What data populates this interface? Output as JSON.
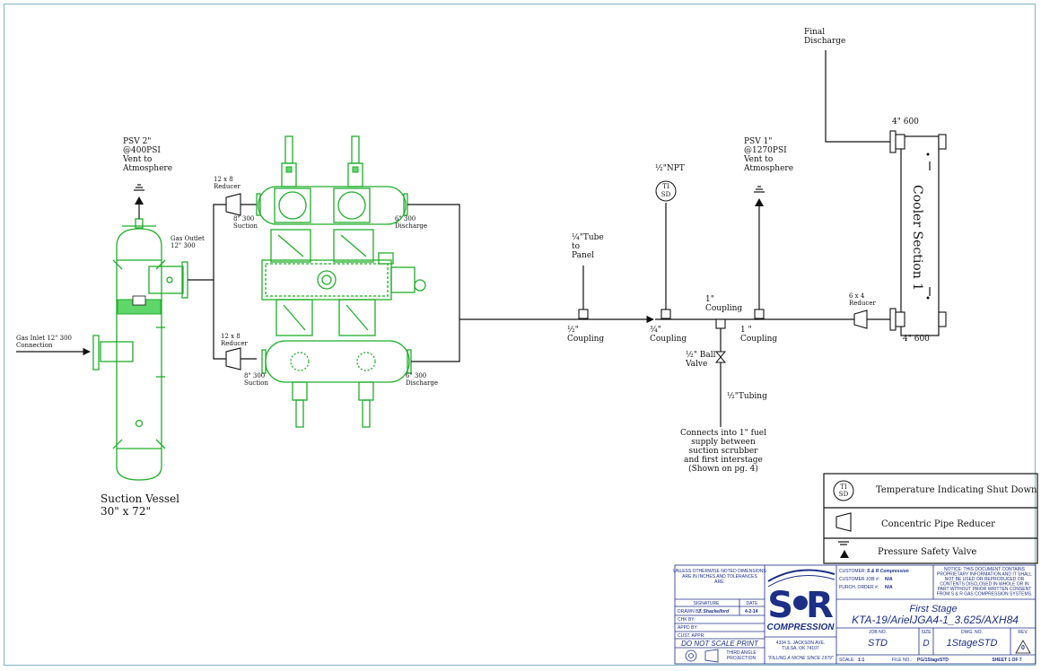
{
  "labels": {
    "final_discharge": "Final\nDischarge",
    "four_600_top": "4\" 600",
    "four_600_bottom": "4\" 600",
    "cooler": "Cooler Section 1",
    "psv_2": "PSV 2\"\n@400PSI\nVent to\nAtmosphere",
    "psv_1": "PSV 1\"\n@1270PSI\nVent to\nAtmosphere",
    "half_npt": "½\"NPT",
    "ti": "TI",
    "sd": "SD",
    "quarter_tube": "¼\"Tube\nto\nPanel",
    "half_coupling": "½\"\nCoupling",
    "three_quarter_coupling": "¾\"\nCoupling",
    "one_coupling_top": "1\"\nCoupling",
    "one_coupling": "1 \"\nCoupling",
    "six_x_four": "6 x 4\nReducer",
    "twelve_x_eight_top": "12 x 8\nReducer",
    "twelve_x_eight_bottom": "12 x 8\nReducer",
    "eight_300_suction_top": "8\" 300\nSuction",
    "eight_300_suction_bottom": "8\" 300\nSuction",
    "six_300_discharge_top": "6\" 300\nDischarge",
    "six_300_discharge_bottom": "6\" 300\nDischarge",
    "gas_outlet": "Gas Outlet\n12\" 300",
    "gas_inlet": "Gas Inlet 12\" 300\nConnection",
    "half_ball_valve": "½\" Ball\nValve",
    "half_tubing": "½\"Tubing",
    "connects": "Connects into 1\" fuel\nsupply between\nsuction scrubber\nand first interstage\n(Shown on pg. 4)",
    "suction_vessel": "Suction Vessel\n30\" x 72\""
  },
  "legend": {
    "items": [
      "Temperature Indicating Shut Down",
      "Concentric Pipe Reducer",
      "Pressure Safety Valve"
    ]
  },
  "title_block": {
    "notes": "UNLESS OTHERWISE NOTED DIMENSIONS\nARE IN INCHES AND TOLERANCES\nARE:",
    "signature_header": "SIGNATURE",
    "date_header": "DATE",
    "drawn_by_label": "DRAWN BY:",
    "drawn_by": "J. Shackelford",
    "drawn_date": "4-2-14",
    "chk_by": "CHK BY:",
    "appd_by": "APPD BY:",
    "cust_appr": "CUST. APPR:",
    "do_not_scale": "DO NOT SCALE PRINT",
    "third_angle": "THIRD ANGLE\nPROJECTION",
    "company": "COMPRESSION",
    "address": "4334 S. JACKSON AVE.\nTULSA, OK 74107",
    "slogan": "\"FILLING A NICHE SINCE 1979\"",
    "customer_label": "CUSTOMER:",
    "customer": "S & R Compression",
    "customer_job_label": "CUSTOMER JOB #:",
    "customer_job": "N/A",
    "purch_order_label": "PURCH. ORDER #:",
    "purch_order": "N/A",
    "notice": "NOTICE: THIS DOCUMENT CONTAINS\nPROPRIETARY INFORMATION AND IT SHALL\nNOT BE USED OR REPRODUCED OR\nCONTENTS DISCLOSED IN WHOLE OR IN\nPART WITHOUT PRIOR WRITTEN CONSENT\nFROM S & R GAS COMPRESSION SYSTEMS.",
    "title_1": "First Stage",
    "title_2": "KTA-19/ArielJGA4-1_3.625/AXH84",
    "job_no_label": "JOB NO.",
    "job_no": "STD",
    "size_label": "SIZE",
    "size": "D",
    "dwg_no_label": "DWG. NO.",
    "dwg_no": "1StageSTD",
    "rev_label": "REV.",
    "rev": "0",
    "scale_label": "SCALE:",
    "scale": "1:1",
    "file_no_label": "FILE NO.:",
    "file_no": "PG/1StageSTD",
    "sheet": "SHEET 1 OF 7"
  },
  "colors": {
    "compressor": "#1fae2a",
    "title_block": "#1b2f86",
    "cooler_text": "#1b2f86"
  }
}
